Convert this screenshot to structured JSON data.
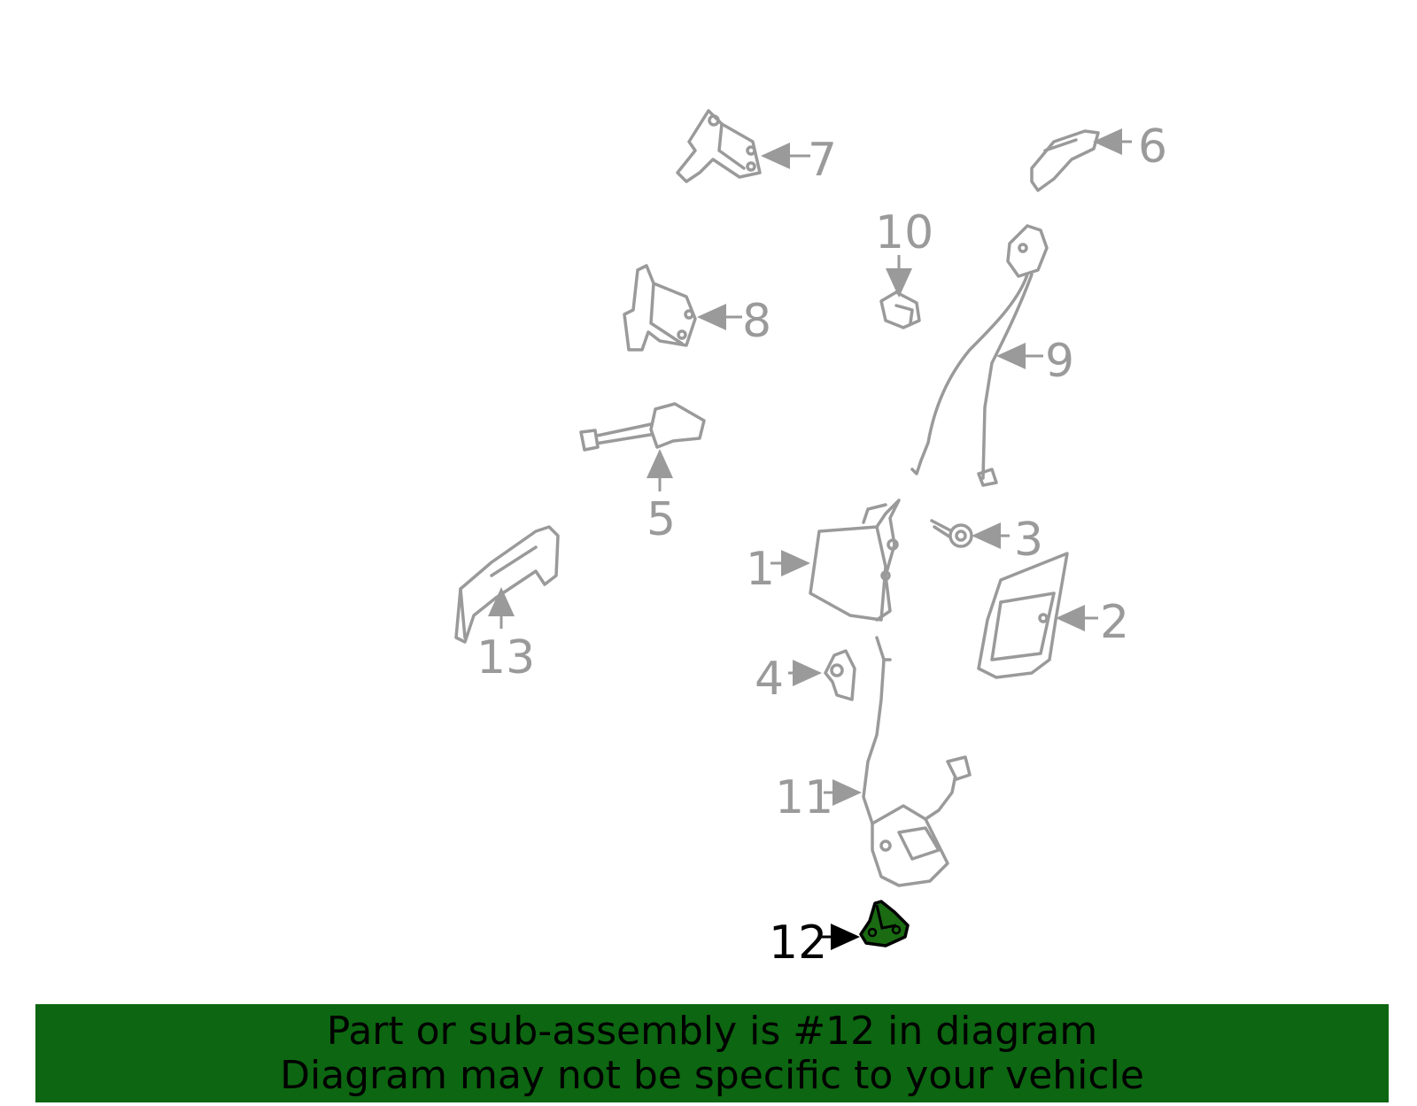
{
  "callouts": {
    "c1": "1",
    "c2": "2",
    "c3": "3",
    "c4": "4",
    "c5": "5",
    "c6": "6",
    "c7": "7",
    "c8": "8",
    "c9": "9",
    "c10": "10",
    "c11": "11",
    "c12": "12",
    "c13": "13"
  },
  "highlight": {
    "part": "12",
    "color": "#1a6b12"
  },
  "banner": {
    "line1": "Part or sub-assembly is #12 in diagram",
    "line2": "Diagram may not be specific to your vehicle",
    "background": "#0d6611"
  },
  "colors": {
    "line": "#9a9a9a",
    "highlight_text": "#000000"
  }
}
